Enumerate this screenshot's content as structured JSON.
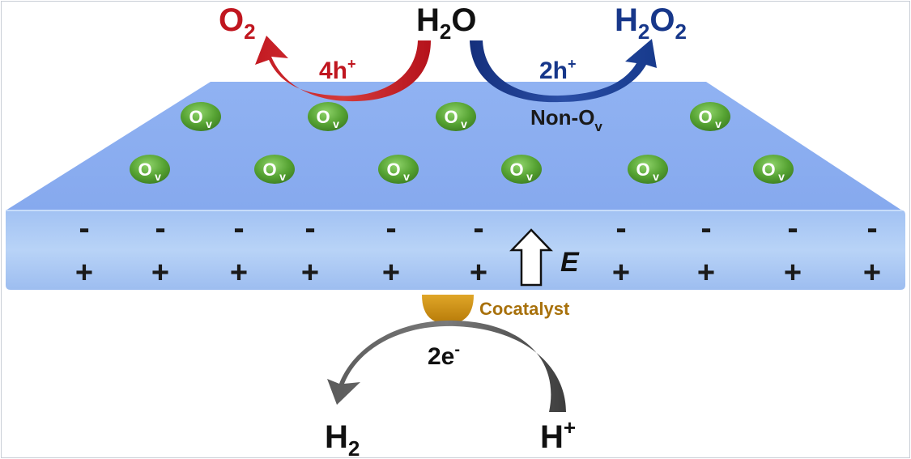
{
  "species": {
    "o2": {
      "main": "O",
      "sub": "2"
    },
    "h2o": {
      "pre": "H",
      "sub": "2",
      "post": "O"
    },
    "h2o2": {
      "a": "H",
      "sub1": "2",
      "b": "O",
      "sub2": "2"
    },
    "h2": {
      "main": "H",
      "sub": "2"
    },
    "hplus": {
      "main": "H",
      "sup": "+"
    }
  },
  "labels": {
    "holes_four": {
      "main": "4h",
      "sup": "+"
    },
    "holes_two": {
      "main": "2h",
      "sup": "+"
    },
    "non_ov": {
      "main": "Non-O",
      "sub": "v"
    },
    "electrons": {
      "main": "2e",
      "sup": "-"
    },
    "cocatalyst": "Cocatalyst",
    "field": "E"
  },
  "vacancy": {
    "main": "O",
    "sub": "v"
  },
  "charges": {
    "negative": "-",
    "positive": "+"
  },
  "colors": {
    "oxidation_arrow": "#c0161f",
    "peroxide_arrow": "#17378a",
    "electron_arrow": "#5a5a5a",
    "slab_top": "#8caff0",
    "slab_front": "#a9c8f4",
    "vacancy": "#4f9a2e",
    "cocatalyst": "#c98e10",
    "cocatalyst_text": "#a8710c"
  }
}
